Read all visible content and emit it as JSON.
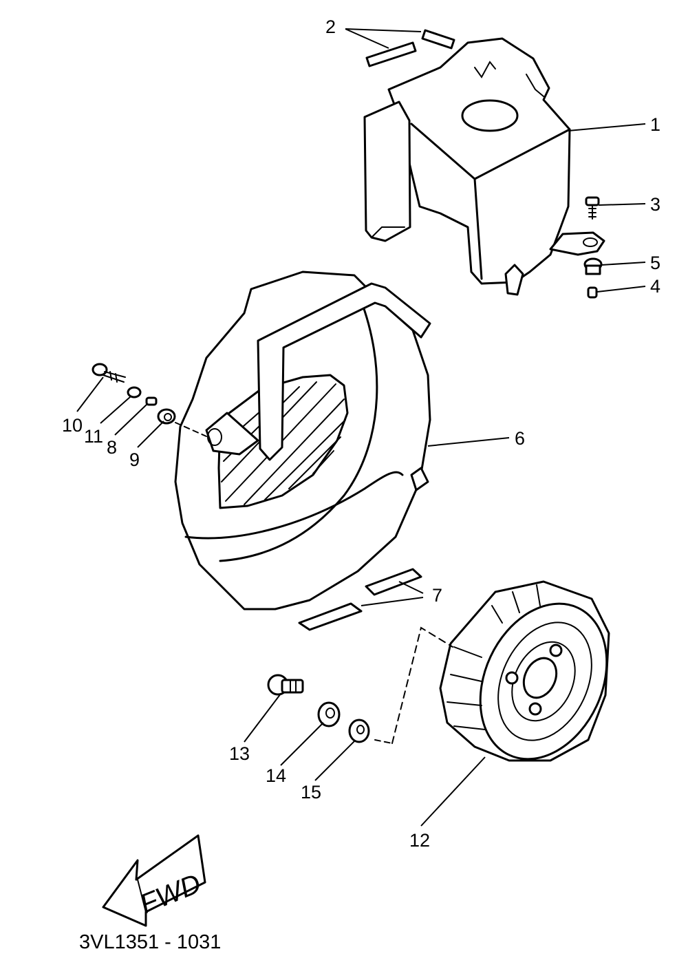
{
  "diagram": {
    "callouts": [
      {
        "id": "1",
        "text": "1"
      },
      {
        "id": "2",
        "text": "2"
      },
      {
        "id": "3",
        "text": "3"
      },
      {
        "id": "4",
        "text": "4"
      },
      {
        "id": "5",
        "text": "5"
      },
      {
        "id": "6",
        "text": "6"
      },
      {
        "id": "7",
        "text": "7"
      },
      {
        "id": "8",
        "text": "8"
      },
      {
        "id": "9",
        "text": "9"
      },
      {
        "id": "10",
        "text": "10"
      },
      {
        "id": "11",
        "text": "11"
      },
      {
        "id": "12",
        "text": "12"
      },
      {
        "id": "13",
        "text": "13"
      },
      {
        "id": "14",
        "text": "14"
      },
      {
        "id": "15",
        "text": "15"
      }
    ],
    "direction_label": "FWD",
    "drawing_code": "3VL1351 - 1031"
  }
}
